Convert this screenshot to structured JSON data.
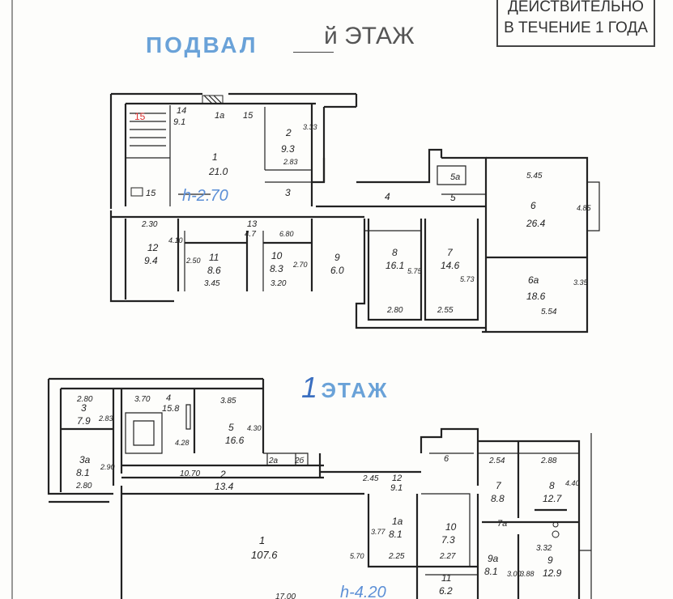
{
  "stamp": {
    "line1": "ДЕЙСТВИТЕЛЬНО",
    "line2": "В ТЕЧЕНИЕ 1 ГОДА"
  },
  "basement": {
    "title_blue": "ПОДВАЛ",
    "title_floor": "й ЭТАЖ",
    "height_note": "h-2.70",
    "rooms": [
      {
        "id": "14",
        "area": "9.1"
      },
      {
        "id": "1a",
        "area": ""
      },
      {
        "id": "15",
        "area": ""
      },
      {
        "id": "1",
        "area": "21.0"
      },
      {
        "id": "2",
        "area": "9.3",
        "dims": [
          "3.33",
          "2.83"
        ]
      },
      {
        "id": "3",
        "area": ""
      },
      {
        "id": "4",
        "area": ""
      },
      {
        "id": "5a",
        "area": ""
      },
      {
        "id": "5",
        "area": ""
      },
      {
        "id": "6",
        "area": "26.4",
        "dims": [
          "5.45",
          "4.85"
        ]
      },
      {
        "id": "6a",
        "area": "18.6",
        "dims": [
          "3.35",
          "5.54"
        ]
      },
      {
        "id": "12",
        "area": "9.4",
        "dims": [
          "2.30",
          "4.10"
        ]
      },
      {
        "id": "13",
        "area": "4.7",
        "dims": [
          "6.80"
        ]
      },
      {
        "id": "11",
        "area": "8.6",
        "dims": [
          "2.50",
          "3.45"
        ]
      },
      {
        "id": "10",
        "area": "8.3",
        "dims": [
          "2.70",
          "3.20"
        ]
      },
      {
        "id": "9",
        "area": "6.0"
      },
      {
        "id": "8",
        "area": "16.1",
        "dims": [
          "5.75",
          "2.80"
        ]
      },
      {
        "id": "7",
        "area": "14.6",
        "dims": [
          "5.73",
          "2.55"
        ]
      }
    ],
    "misc_label": "15"
  },
  "floor1": {
    "title_number": "1",
    "title_text": "ЭТАЖ",
    "height_note": "h-4.20",
    "rooms": [
      {
        "id": "3",
        "area": "7.9",
        "dims": [
          "2.80",
          "2.83"
        ]
      },
      {
        "id": "4",
        "area": "15.8",
        "dims": [
          "3.70",
          "4.28"
        ]
      },
      {
        "id": "5",
        "area": "16.6",
        "dims": [
          "3.85",
          "4.30"
        ]
      },
      {
        "id": "3a",
        "area": "8.1",
        "dims": [
          "2.90",
          "2.80"
        ]
      },
      {
        "id": "2",
        "area": "13.4",
        "dims": [
          "10.70"
        ]
      },
      {
        "id": "2a",
        "area": ""
      },
      {
        "id": "2б",
        "area": ""
      },
      {
        "id": "12",
        "area": "9.1",
        "dims": [
          "2.45"
        ]
      },
      {
        "id": "6",
        "area": ""
      },
      {
        "id": "7",
        "area": "8.8",
        "dims": [
          "2.54"
        ]
      },
      {
        "id": "8",
        "area": "12.7",
        "dims": [
          "2.88",
          "4.40"
        ]
      },
      {
        "id": "7a",
        "area": ""
      },
      {
        "id": "1a",
        "area": "8.1",
        "dims": [
          "3.77",
          "2.25"
        ]
      },
      {
        "id": "10",
        "area": "7.3",
        "dims": [
          "2.27"
        ]
      },
      {
        "id": "1",
        "area": "107.6",
        "dims": [
          "5.70",
          "17.00"
        ]
      },
      {
        "id": "9a",
        "area": "8.1",
        "dims": [
          "3.00"
        ]
      },
      {
        "id": "9",
        "area": "12.9",
        "dims": [
          "3.32",
          "3.88"
        ]
      },
      {
        "id": "11",
        "area": "6.2"
      }
    ]
  }
}
